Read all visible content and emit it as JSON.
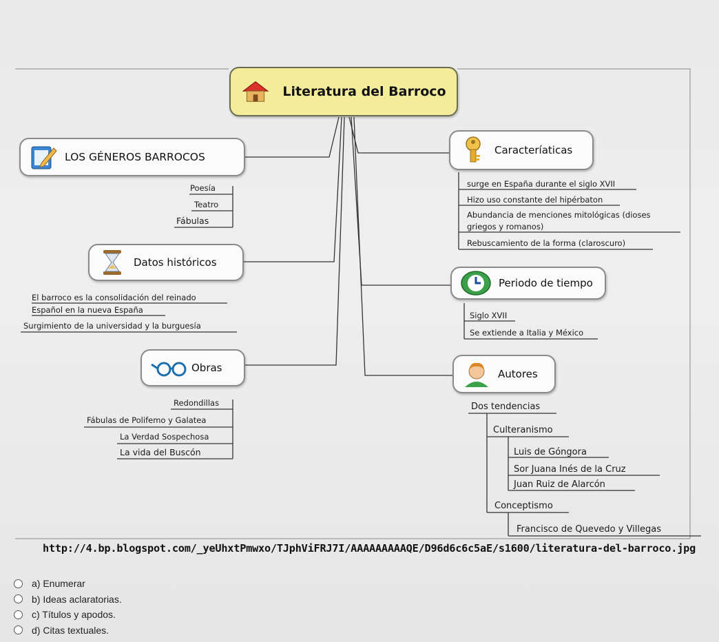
{
  "diagram": {
    "root": "Literatura del Barroco",
    "generos": {
      "title": "LOS GÉNEROS BARROCOS",
      "items": [
        "Poesía",
        "Teatro",
        "Fábulas"
      ]
    },
    "datos": {
      "title": "Datos históricos",
      "items": [
        "El barroco es la consolidación del reinado",
        "Español en la nueva España",
        "Surgimiento de la universidad y la burguesía"
      ]
    },
    "obras": {
      "title": "Obras",
      "items": [
        "Redondillas",
        "Fábulas de Polifemo y Galatea",
        "La Verdad Sospechosa",
        "La vida del Buscón"
      ]
    },
    "caracteristicas": {
      "title": "Caracteríaticas",
      "items": [
        "surge en España durante el siglo XVII",
        "Hizo uso constante del hipérbaton",
        "Abundancia de menciones mitológicas (dioses",
        "griegos y romanos)",
        "Rebuscamiento de la forma (claroscuro)"
      ]
    },
    "periodo": {
      "title": "Periodo de tiempo",
      "items": [
        "Siglo XVII",
        "Se extiende a Italia y México"
      ]
    },
    "autores": {
      "title": "Autores",
      "dos": "Dos tendencias",
      "culteranismo": "Culteranismo",
      "culteranos": [
        "Luis de Góngora",
        "Sor Juana Inés de la Cruz",
        "Juan Ruiz de Alarcón"
      ],
      "conceptismo": "Conceptismo",
      "conceptistas": [
        "Francisco de Quevedo y Villegas"
      ]
    }
  },
  "source_url": "http://4.bp.blogspot.com/_yeUhxtPmwxo/TJphViFRJ7I/AAAAAAAAAQE/D96d6c6c5aE/s1600/literatura-del-barroco.jpg",
  "options": [
    "a) Enumerar",
    "b) Ideas aclaratorias.",
    "c) Títulos y apodos.",
    "d) Citas textuales."
  ],
  "icons": {
    "root": "house-icon",
    "generos": "pencil-note-icon",
    "datos": "hourglass-icon",
    "obras": "glasses-icon",
    "caracteristicas": "key-icon",
    "periodo": "clock-icon",
    "autores": "person-icon"
  },
  "colors": {
    "root_fill": "#f2ec9b",
    "node_border": "#8a8a8a",
    "line": "#333333"
  }
}
